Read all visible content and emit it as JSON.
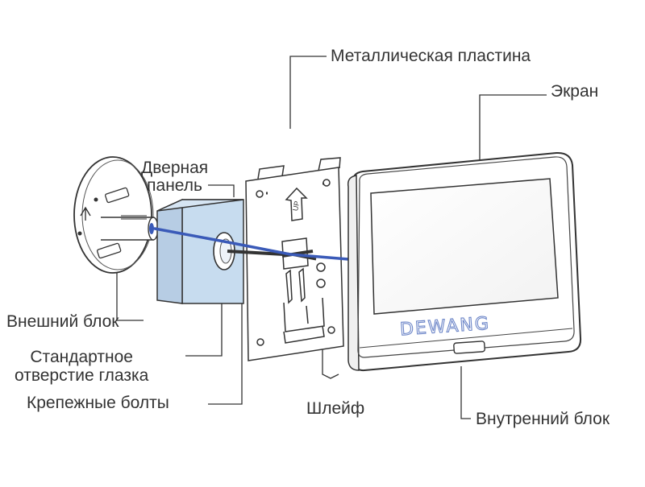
{
  "labels": {
    "metal_plate": "Металлическая пластина",
    "screen": "Экран",
    "door_panel_line1": "Дверная",
    "door_panel_line2": "панель",
    "outer_unit": "Внешний блок",
    "std_hole_line1": "Стандартное",
    "std_hole_line2": "отверстие глазка",
    "mount_bolts": "Крепежные болты",
    "ribbon_cable": "Шлейф",
    "inner_unit": "Внутренний блок"
  },
  "device": {
    "brand": "DEWANG",
    "plate_marking": "UP"
  },
  "colors": {
    "door_panel_fill": "#c7dcef",
    "cable": "#3a5ab8",
    "brand_text": "#6d86c8",
    "line": "#333333"
  }
}
